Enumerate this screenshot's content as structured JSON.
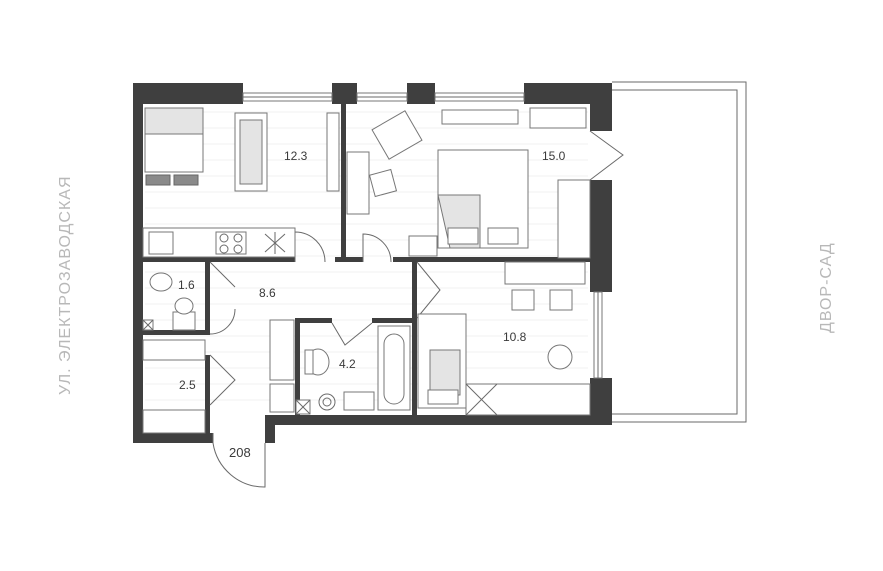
{
  "plan": {
    "rooms": [
      {
        "id": "kitchen-living",
        "area": "12.3"
      },
      {
        "id": "bedroom",
        "area": "15.0"
      },
      {
        "id": "hall",
        "area": "8.6"
      },
      {
        "id": "wc",
        "area": "1.6"
      },
      {
        "id": "bathroom",
        "area": "4.2"
      },
      {
        "id": "room",
        "area": "10.8"
      },
      {
        "id": "wardrobe",
        "area": "2.5"
      }
    ],
    "apartment_number": "208",
    "street_left": "УЛ. ЭЛЕКТРОЗАВОДСКАЯ",
    "street_right": "ДВОР-САД"
  },
  "colors": {
    "wall": "#3f3f3f",
    "floor": "#ffffff",
    "furniture_stroke": "#777777",
    "label_text": "#3a3a3a",
    "street_text": "#b8b8b8"
  }
}
